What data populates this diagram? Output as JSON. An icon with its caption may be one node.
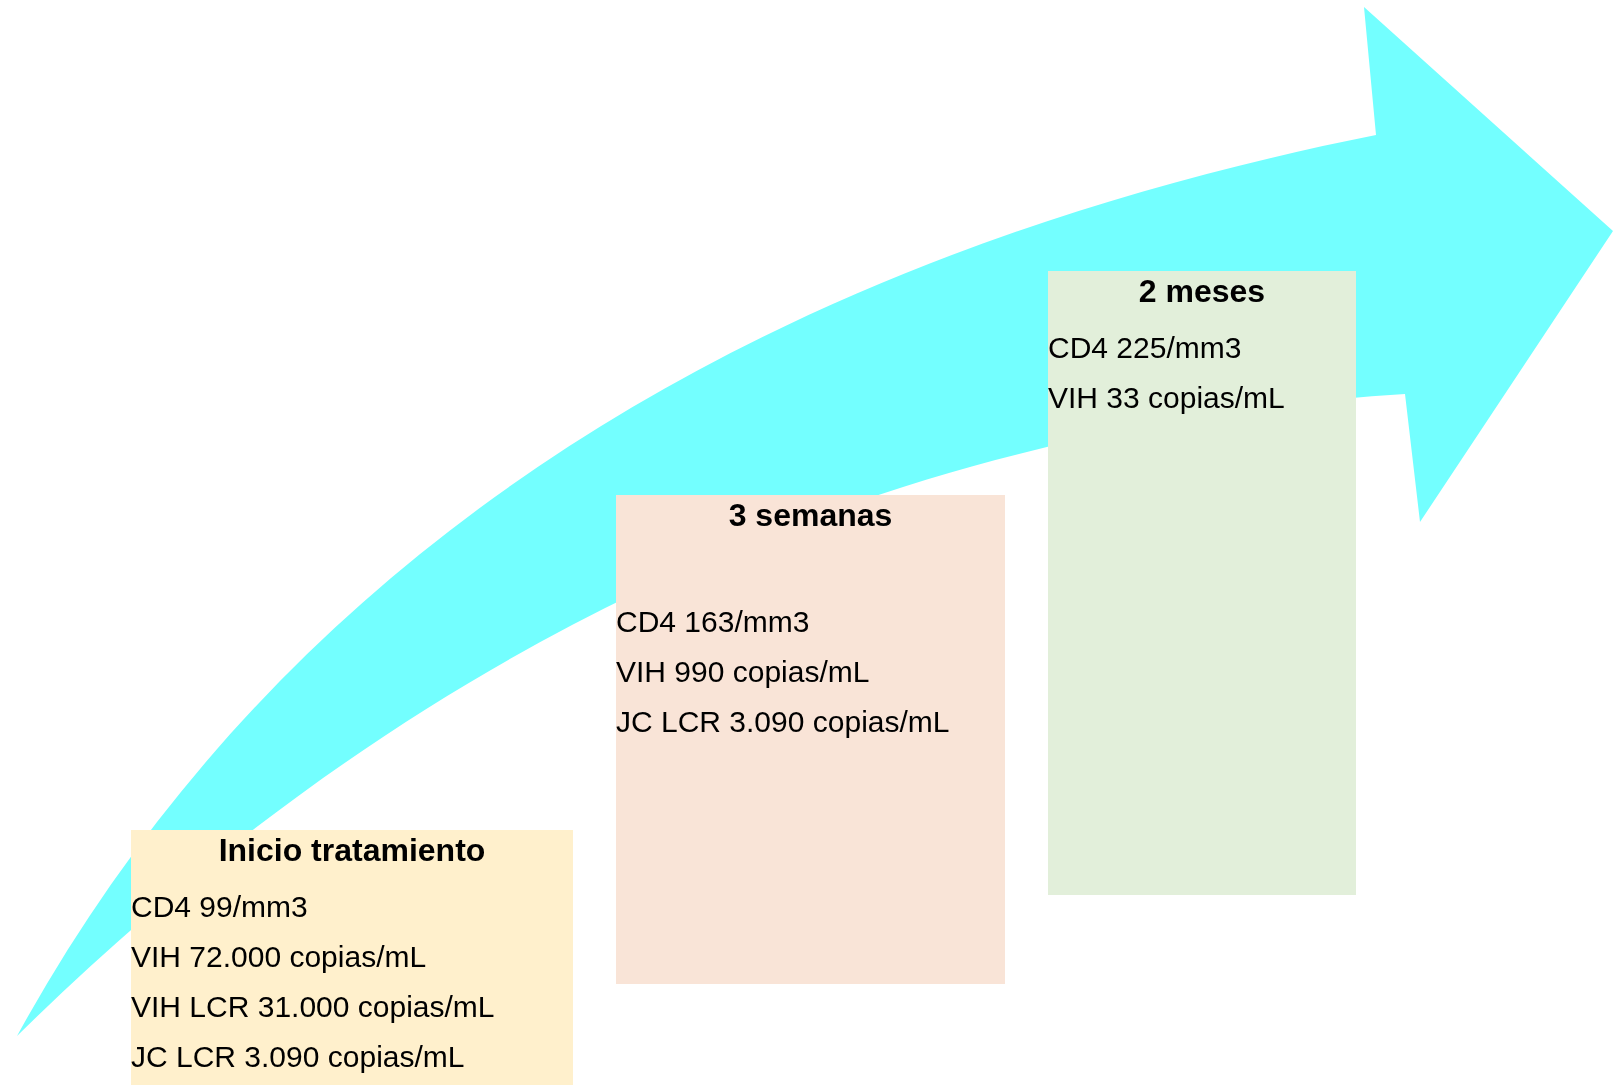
{
  "diagram": {
    "nodes": [
      {
        "text": [
          "Inicio tratamiento",
          "CD4 99/mm3",
          "VIH 72.000 copias/mL",
          "VIH LCR 31.000 copias/mL",
          "JC LCR 3.090 copias/mL"
        ]
      },
      {
        "text": [
          "3 semanas",
          "CD4 163/mm3",
          "VIH 990 copias/mL",
          "JC LCR 3.090 copias/mL"
        ]
      },
      {
        "text": [
          "2 meses",
          "CD4 225/mm3",
          "VIH 33 copias/mL"
        ]
      }
    ]
  }
}
